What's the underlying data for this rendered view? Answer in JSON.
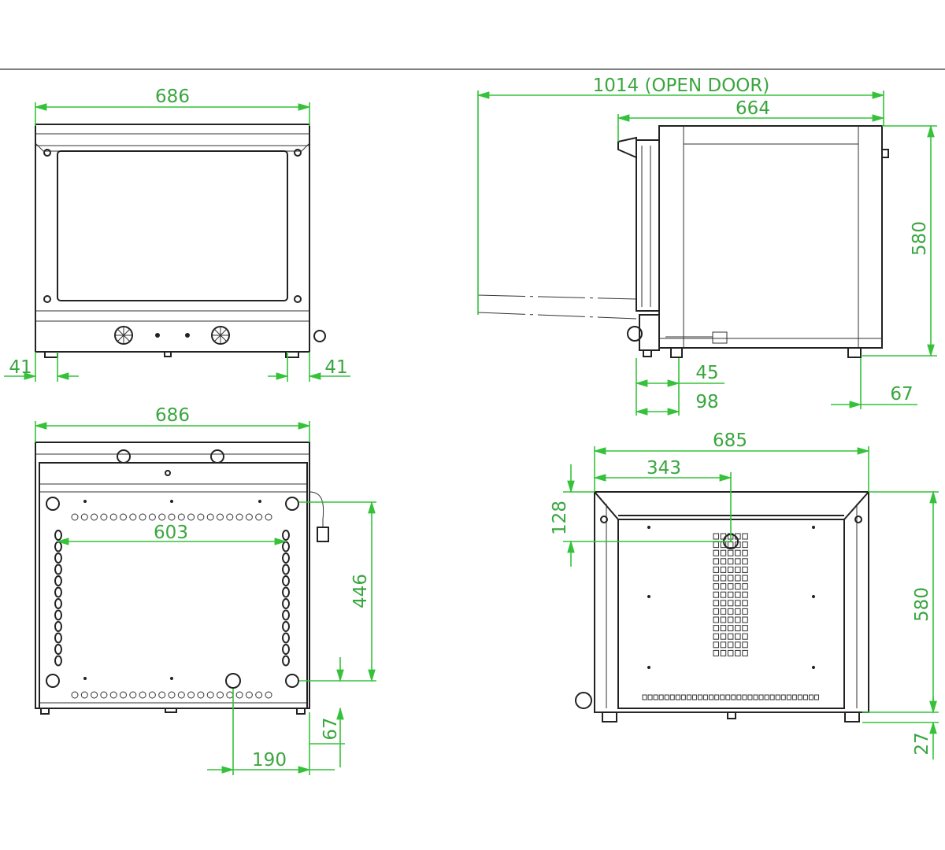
{
  "colors": {
    "dimension": "#35c23a",
    "outline": "#222222"
  },
  "front_view": {
    "width": "686",
    "left_foot_offset": "41",
    "right_foot_offset": "41"
  },
  "side_view": {
    "open_door_depth": "1014 (OPEN DOOR)",
    "depth": "664",
    "height": "580",
    "foot_offset_1": "45",
    "foot_offset_2": "98",
    "rear_foot_offset": "67"
  },
  "bottom_view": {
    "width": "686",
    "foot_spacing_x": "603",
    "foot_spacing_y": "446",
    "rear_offset": "67",
    "drain_offset": "190"
  },
  "back_view": {
    "width": "685",
    "outlet_x": "343",
    "outlet_y": "128",
    "height": "580",
    "foot_height": "27"
  }
}
